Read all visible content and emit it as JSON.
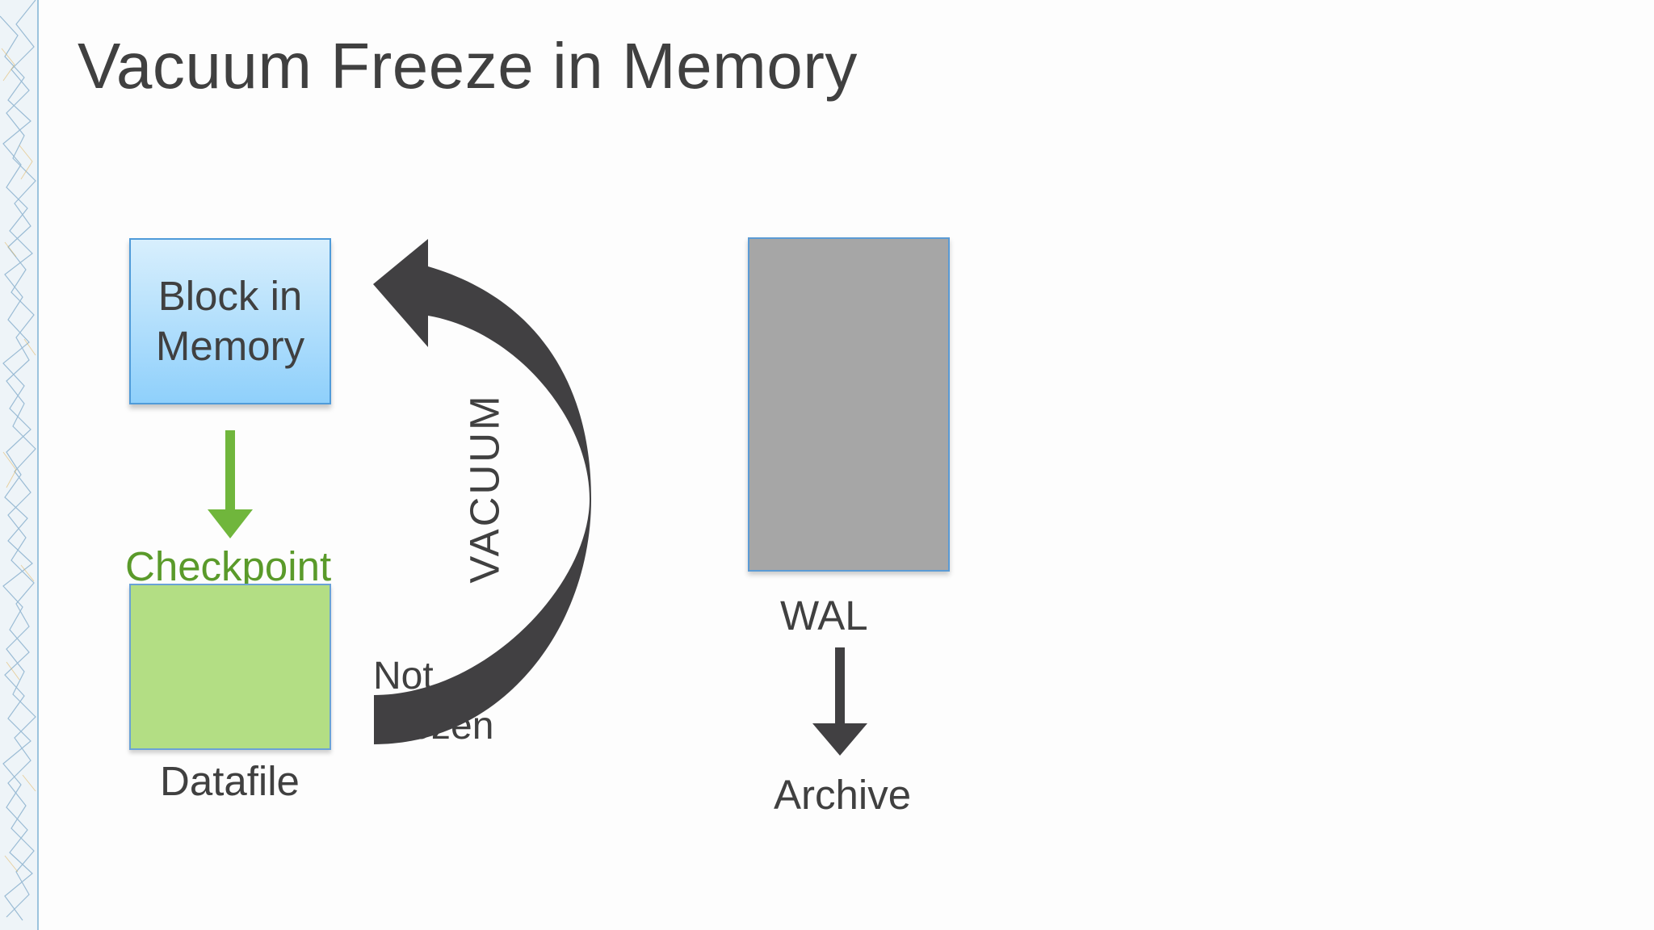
{
  "slide": {
    "title": "Vacuum Freeze in Memory"
  },
  "diagram": {
    "memory_block_label": "Block in Memory",
    "checkpoint_label": "Checkpoint",
    "datafile_label": "Datafile",
    "vacuum_label": "VACUUM",
    "not_frozen_line1": "Not",
    "not_frozen_line2": "Frozen",
    "wal_label": "WAL",
    "archive_label": "Archive"
  },
  "colors": {
    "title_text": "#404040",
    "memory_block_fill_top": "#d8effd",
    "memory_block_fill_bottom": "#8fd0fb",
    "datafile_fill": "#b3de84",
    "checkpoint_arrow": "#70b63c",
    "checkpoint_text": "#5a9a2a",
    "vacuum_arrow": "#414042",
    "wal_fill": "#a6a6a6",
    "archive_arrow": "#414042"
  }
}
